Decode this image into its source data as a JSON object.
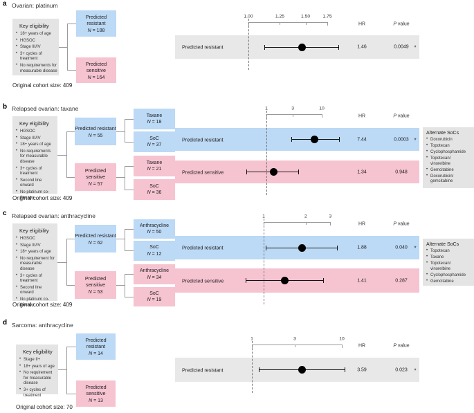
{
  "labels": {
    "n": "N",
    "eq": " = ",
    "key_title": "Key eligibility",
    "alt_title": "Alternate SoCs",
    "hr_header": "HR",
    "p_header_italic": "P",
    "p_header_rest": " value",
    "sig_marker": "*"
  },
  "colors": {
    "blue": "#bcd9f5",
    "pink": "#f6c3d1",
    "gray_band": "#e8e8e8",
    "gray_box": "#e4e4e4"
  },
  "panels": [
    {
      "letter": "a",
      "title": "Ovarian: platinum",
      "key_eligibility": [
        "18+ years of age",
        "HGSOC",
        "Stage III/IV",
        "3+ cycles of treatment",
        "No requirements for measurable disease"
      ],
      "groups": [
        {
          "label": "Predicted resistant",
          "n": "188"
        },
        {
          "label": "Predicted sensitive",
          "n": "164"
        }
      ],
      "cohort_note": "Original cohort size: 409"
    },
    {
      "letter": "b",
      "title": "Relapsed ovarian: taxane",
      "key_eligibility": [
        "HGSOC",
        "Stage III/IV",
        "18+ years of age",
        "No requirements for measurable disease",
        "3+ cycles of treatment",
        "Second line onward",
        "No platinum co-therapy"
      ],
      "groups": [
        {
          "label": "Predicted resistant",
          "n": "55"
        },
        {
          "label": "Predicted sensitive",
          "n": "57"
        }
      ],
      "subgroups": [
        {
          "label": "Taxane",
          "n": "18"
        },
        {
          "label": "SoC",
          "n": "37"
        },
        {
          "label": "Taxane",
          "n": "21"
        },
        {
          "label": "SoC",
          "n": "36"
        }
      ],
      "cohort_note": "Original cohort size: 409",
      "alternate_socs": [
        "Doxorubicin",
        "Topotecan",
        "Cyclophosphamide",
        "Topotecan/\nvinorelbine",
        "Gemcitabine",
        "Doxorubicin/\ngemcitabine"
      ]
    },
    {
      "letter": "c",
      "title": "Relapsed ovarian: anthracycline",
      "key_eligibility": [
        "HGSOC",
        "Stage III/IV",
        "18+ years of age",
        "No requirement for measurable disease",
        "3+ cycles of treatment",
        "Second line onward",
        "No platinum co-therapy"
      ],
      "groups": [
        {
          "label": "Predicted resistant",
          "n": "62"
        },
        {
          "label": "Predicted sensitive",
          "n": "53"
        }
      ],
      "subgroups": [
        {
          "label": "Anthracycline",
          "n": "50"
        },
        {
          "label": "SoC",
          "n": "12"
        },
        {
          "label": "Anthracycline",
          "n": "34"
        },
        {
          "label": "SoC",
          "n": "19"
        }
      ],
      "cohort_note": "Original cohort size: 409",
      "alternate_socs": [
        "Topotecan",
        "Taxane",
        "Topotecan/\nvinorelbine",
        "Cyclophosphamide",
        "Gemcitabine"
      ]
    },
    {
      "letter": "d",
      "title": "Sarcoma: anthracycline",
      "key_eligibility": [
        "Stage II+",
        "18+ years of age",
        "No requirement for measurable disease",
        "3+ cycles of treatment"
      ],
      "groups": [
        {
          "label": "Predicted resistant",
          "n": "14"
        },
        {
          "label": "Predicted sensitive",
          "n": "13"
        }
      ],
      "cohort_note": "Original cohort size: 70"
    }
  ],
  "chart_data": [
    {
      "type": "forest",
      "panel": "a",
      "title": "Ovarian: platinum",
      "scale": "log",
      "ref_value": 1.0,
      "axis_range": [
        1.0,
        1.75
      ],
      "xticks": [
        {
          "value": 1.0,
          "label": "1.00"
        },
        {
          "value": 1.25,
          "label": "1.25"
        },
        {
          "value": 1.5,
          "label": "1.50"
        },
        {
          "value": 1.75,
          "label": "1.75"
        }
      ],
      "columns": {
        "hr": "HR",
        "p": "P value"
      },
      "rows": [
        {
          "label": "Predicted resistant",
          "hr": 1.46,
          "ci": [
            1.12,
            1.9
          ],
          "hr_label": "1.46",
          "p_label": "0.0049",
          "significant": true,
          "band": "gray"
        }
      ]
    },
    {
      "type": "forest",
      "panel": "b",
      "title": "Relapsed ovarian: taxane",
      "scale": "log",
      "ref_value": 1.0,
      "axis_range": [
        1,
        10
      ],
      "xticks": [
        {
          "value": 1,
          "label": "1"
        },
        {
          "value": 3,
          "label": "3"
        },
        {
          "value": 10,
          "label": "10"
        }
      ],
      "columns": {
        "hr": "HR",
        "p": "P value"
      },
      "rows": [
        {
          "label": "Predicted resistant",
          "hr": 7.44,
          "ci": [
            2.8,
            21.0
          ],
          "hr_label": "7.44",
          "p_label": "0.0003",
          "significant": true,
          "band": "blue"
        },
        {
          "label": "Predicted sensitive",
          "hr": 1.34,
          "ci": [
            0.44,
            3.9
          ],
          "hr_label": "1.34",
          "p_label": "0.948",
          "significant": false,
          "band": "pink"
        }
      ]
    },
    {
      "type": "forest",
      "panel": "c",
      "title": "Relapsed ovarian: anthracycline",
      "scale": "log",
      "ref_value": 1.0,
      "axis_range": [
        1,
        3
      ],
      "xticks": [
        {
          "value": 1,
          "label": "1"
        },
        {
          "value": 2,
          "label": "2"
        },
        {
          "value": 3,
          "label": "3"
        }
      ],
      "columns": {
        "hr": "HR",
        "p": "P value"
      },
      "rows": [
        {
          "label": "Predicted resistant",
          "hr": 1.88,
          "ci": [
            1.03,
            3.4
          ],
          "hr_label": "1.88",
          "p_label": "0.040",
          "significant": true,
          "band": "blue"
        },
        {
          "label": "Predicted sensitive",
          "hr": 1.41,
          "ci": [
            0.74,
            2.7
          ],
          "hr_label": "1.41",
          "p_label": "0.287",
          "significant": false,
          "band": "pink"
        }
      ]
    },
    {
      "type": "forest",
      "panel": "d",
      "title": "Sarcoma: anthracycline",
      "scale": "log",
      "ref_value": 1.0,
      "axis_range": [
        1,
        10
      ],
      "xticks": [
        {
          "value": 1,
          "label": "1"
        },
        {
          "value": 3,
          "label": "3"
        },
        {
          "value": 10,
          "label": "10"
        }
      ],
      "columns": {
        "hr": "HR",
        "p": "P value"
      },
      "rows": [
        {
          "label": "Predicted resistant",
          "hr": 3.59,
          "ci": [
            1.2,
            10.9
          ],
          "hr_label": "3.59",
          "p_label": "0.023",
          "significant": true,
          "band": "gray"
        }
      ]
    }
  ]
}
